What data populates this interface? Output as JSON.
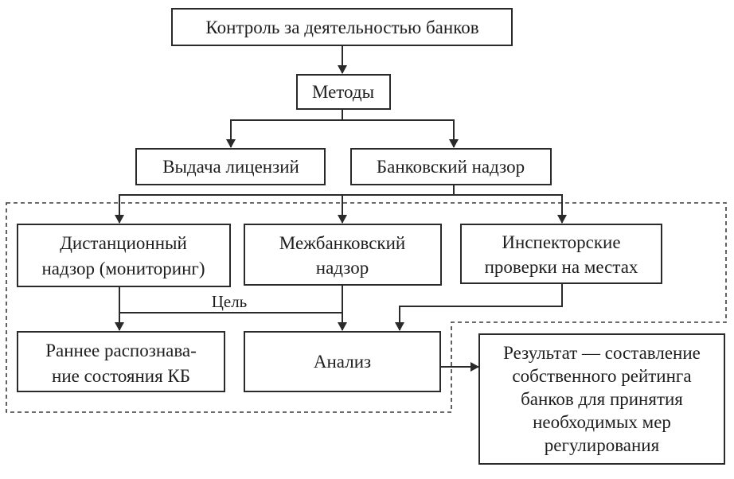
{
  "nodes": {
    "control": "Контроль за деятельностью банков",
    "methods": "Методы",
    "licensing": "Выдача лицензий",
    "supervision": "Банковский надзор",
    "remote": [
      "Дистанционный",
      "надзор (мониторинг)"
    ],
    "interbank": [
      "Межбанковский",
      "надзор"
    ],
    "inspection": [
      "Инспекторские",
      "проверки на местах"
    ],
    "early": [
      "Раннее распознава-",
      "ние состояния КБ"
    ],
    "analysis": "Анализ",
    "result": [
      "Результат — составление",
      "собственного рейтинга",
      "банков для принятия",
      "необходимых мер",
      "регулирования"
    ]
  },
  "edge_labels": {
    "goal": "Цель"
  }
}
